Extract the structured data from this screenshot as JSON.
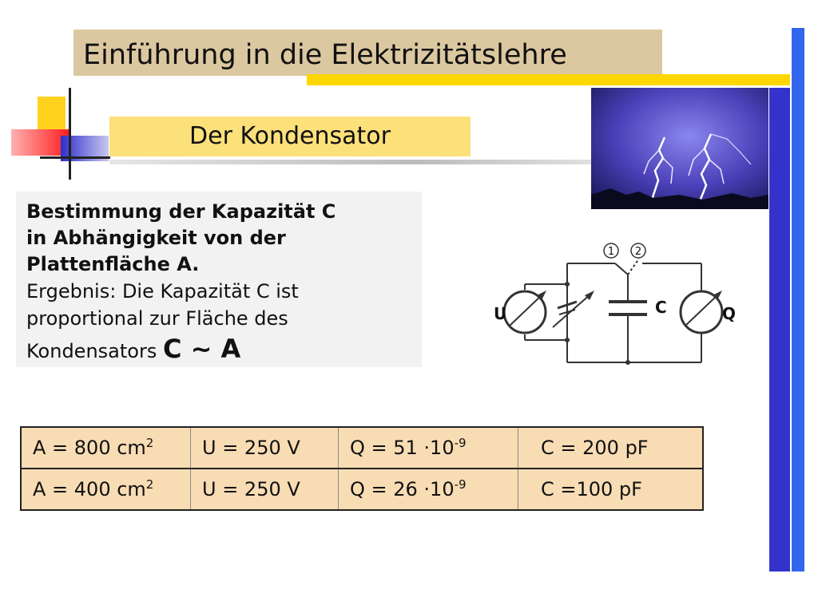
{
  "title": "Einführung in die Elektrizitätslehre",
  "subtitle": "Der Kondensator",
  "textbox": {
    "line1": "Bestimmung der Kapazität C",
    "line2": "in Abhängigkeit von der",
    "line3": "Plattenfläche A.",
    "line4": "Ergebnis: Die Kapazität C ist",
    "line5": "proportional zur Fläche des",
    "line6": "Kondensators",
    "formula": "C ~ A"
  },
  "circuit": {
    "label_u": "U",
    "label_c": "C",
    "label_q": "Q",
    "switch_1": "1",
    "switch_2": "2"
  },
  "table": {
    "rows": [
      {
        "a": "A = 800 cm",
        "a_exp": "2",
        "u": "U = 250 V",
        "q": "Q = 51 ⋅10",
        "q_exp": "-9",
        "c": "C = 200 pF"
      },
      {
        "a": "A = 400 cm",
        "a_exp": "2",
        "u": "U = 250 V",
        "q": "Q = 26 ⋅10",
        "q_exp": "-9",
        "c": "C =100 pF"
      }
    ]
  },
  "colors": {
    "title_bg": "#dcc8a0",
    "accent_yellow": "#ffd700",
    "subtitle_bg": "#fce17a",
    "blue_bar": "#3333cc",
    "table_bg": "#f8dcb4"
  }
}
